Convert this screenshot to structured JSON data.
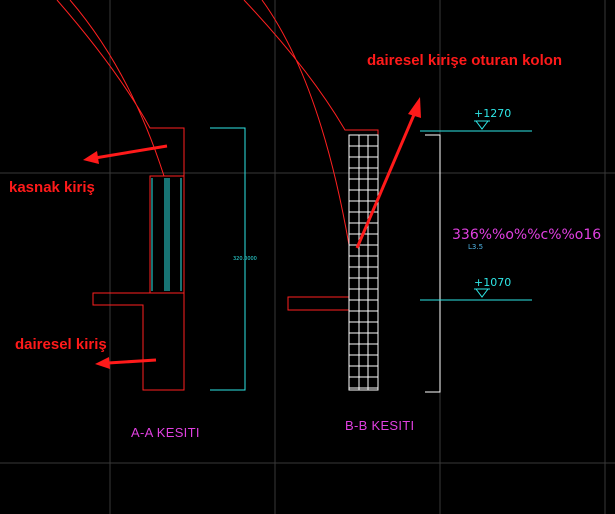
{
  "annotations": {
    "column_on_circular_beam": "dairesel kirişe oturan kolon",
    "ring_beam": "kasnak kiriş",
    "circular_beam": "dairesel kiriş"
  },
  "sections": {
    "a_a": "A-A KESITI",
    "b_b": "B-B KESITI"
  },
  "dimension_text": "320.0000",
  "levels": {
    "top": "+1270",
    "bottom": "+1070"
  },
  "rebar_callout": "336%%o%%c%%o16",
  "rebar_sublabel": "L3.5",
  "colors": {
    "background": "#000000",
    "outline": "#ff2020",
    "dimension": "#2ee6e6",
    "grid": "#3a3a3a",
    "arrow": "#ff1a1a",
    "section_title": "#e040e0"
  }
}
